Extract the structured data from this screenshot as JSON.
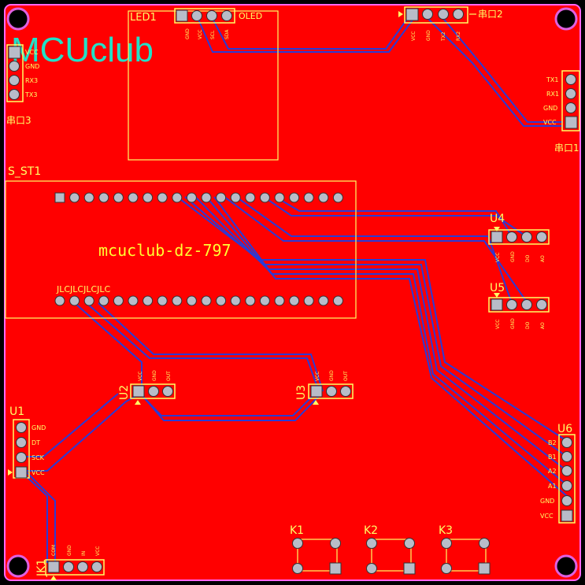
{
  "board": {
    "brand": "MCUclub",
    "title": "mcuclub-dz-797",
    "jlc": "JLCJLCJLCJLC",
    "colors": {
      "copper": "#ff0000",
      "silk": "#ffff66",
      "trace": "#2a3bd6",
      "brand": "#22e0c8",
      "outline": "#ff66ff"
    }
  },
  "labels": {
    "led1": "LED1",
    "oled": "OLED",
    "uart2": "串口2",
    "uart3": "串口3",
    "uart1": "串口1",
    "s_st1": "S_ST1",
    "u1": "U1",
    "u2": "U2",
    "u3": "U3",
    "u4": "U4",
    "u5": "U5",
    "u6": "U6",
    "jk1": "JK1",
    "k1": "K1",
    "k2": "K2",
    "k3": "K3"
  },
  "pins": {
    "uart3": [
      "VCC",
      "GND",
      "RX3",
      "TX3"
    ],
    "uart1": [
      "TX1",
      "RX1",
      "GND",
      "VCC"
    ],
    "u1": [
      "GND",
      "DT",
      "SCK",
      "VCC"
    ],
    "u6": [
      "B2",
      "B1",
      "A2",
      "A1",
      "GND",
      "VCC"
    ],
    "u4": [
      "VCC",
      "GND",
      "DO",
      "AO"
    ],
    "u5": [
      "VCC",
      "GND",
      "DO",
      "AO"
    ],
    "u2": [
      "VCC",
      "GND",
      "OUT"
    ],
    "u3": [
      "VCC",
      "GND",
      "OUT"
    ],
    "jk1": [
      "COM",
      "GND",
      "IN",
      "VCC"
    ],
    "led1": [
      "GND",
      "VCC",
      "SCL",
      "SDA"
    ],
    "uart2": [
      "VCC",
      "GND",
      "TX2",
      "RX2"
    ]
  }
}
